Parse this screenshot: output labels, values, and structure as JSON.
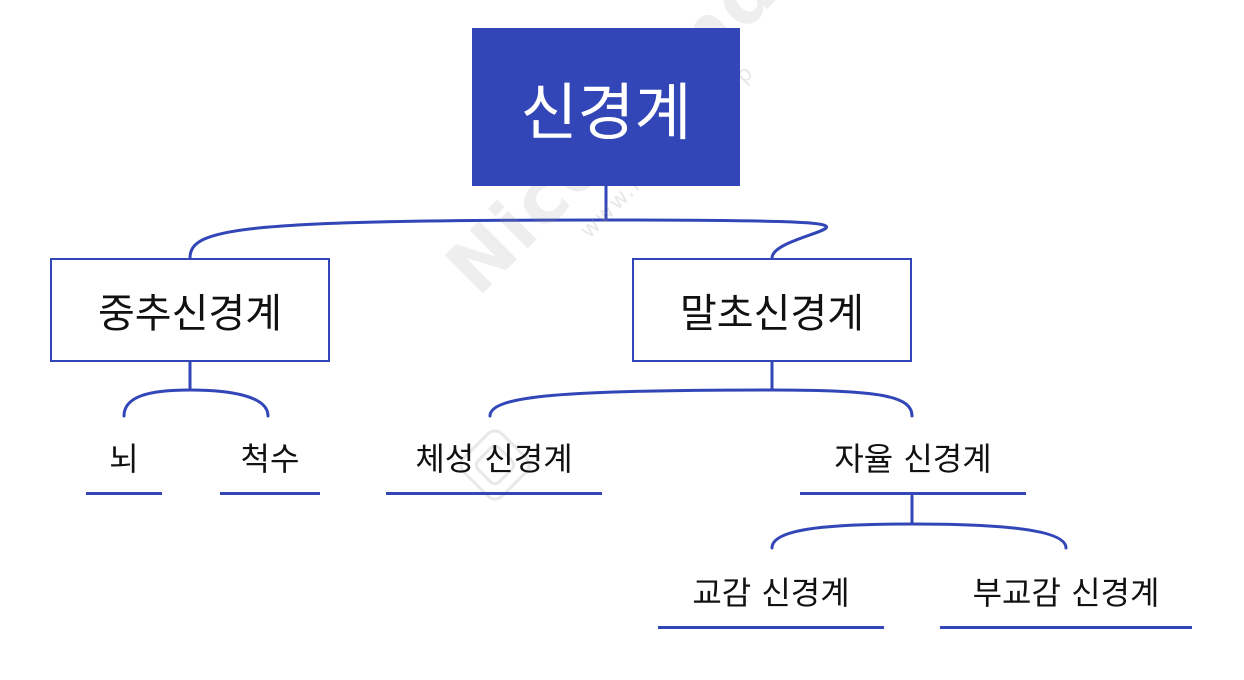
{
  "colors": {
    "accent": "#3346b8",
    "root_fill": "#3346b8",
    "root_text": "#ffffff",
    "text": "#111111",
    "line": "#3346b8",
    "background": "#ffffff"
  },
  "diagram": {
    "root": {
      "label": "신경계"
    },
    "central": {
      "label": "중추신경계"
    },
    "peripheral": {
      "label": "말초신경계"
    },
    "brain": {
      "label": "뇌"
    },
    "spinal_cord": {
      "label": "척수"
    },
    "somatic": {
      "label": "체성 신경계"
    },
    "autonomic": {
      "label": "자율 신경계"
    },
    "sympathetic": {
      "label": "교감 신경계"
    },
    "parasympathetic": {
      "label": "부교감 신경계"
    }
  },
  "watermark": {
    "brand": "Nice Mind",
    "url": "www.nicemind.top"
  }
}
